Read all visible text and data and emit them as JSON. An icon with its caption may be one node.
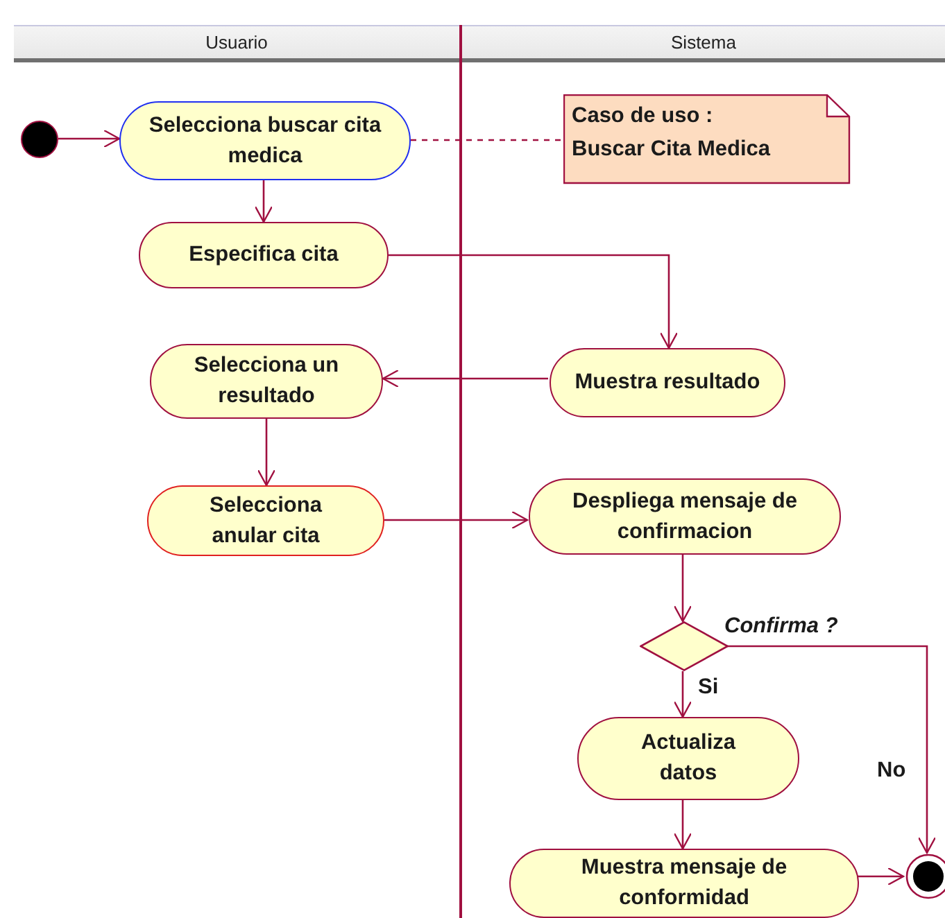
{
  "diagram": {
    "nodes": [
      {
        "text": [
          "Usuario"
        ]
      },
      {
        "text": [
          "Sistema"
        ]
      },
      {
        "text": [],
        "shape": "circle",
        "in": 0
      },
      {
        "text": [
          "Selecciona buscar cita medica"
        ],
        "in": 0
      },
      {
        "text": [
          "Caso de uso : Buscar Cita Medica"
        ],
        "in": 1
      },
      {
        "text": [
          "Especifica cita"
        ],
        "in": 0
      },
      {
        "text": [
          "Muestra resultado"
        ],
        "in": 1
      },
      {
        "text": [
          "Selecciona un resultado"
        ],
        "in": 0
      },
      {
        "text": [
          "Selecciona anular cita"
        ],
        "in": 0
      },
      {
        "text": [
          "Despliega mensaje de confirmacion"
        ],
        "in": 1
      },
      {
        "text": [],
        "shape": "diamond",
        "in": 1,
        "beside": [
          "Confirma ?"
        ]
      },
      {
        "text": [
          "Actualiza datos"
        ],
        "in": 1
      },
      {
        "text": [
          "Muestra mensaje de conformidad"
        ],
        "in": 1
      },
      {
        "text": [],
        "shape": "bullseye",
        "in": 1
      }
    ],
    "edges": [
      {
        "from": 2,
        "to": 3,
        "arrow": "to"
      },
      {
        "from": 3,
        "to": 4,
        "arrow": "none",
        "style": "dashed"
      },
      {
        "from": 3,
        "to": 5,
        "arrow": "to"
      },
      {
        "from": 5,
        "to": 6,
        "arrow": "to"
      },
      {
        "from": 6,
        "to": 7,
        "arrow": "to"
      },
      {
        "from": 7,
        "to": 8,
        "arrow": "to"
      },
      {
        "from": 8,
        "to": 9,
        "arrow": "to"
      },
      {
        "from": 9,
        "to": 10,
        "arrow": "to"
      },
      {
        "from": 10,
        "to": 11,
        "arrow": "to",
        "label": "Si"
      },
      {
        "from": 10,
        "to": 13,
        "arrow": "to",
        "label": "No"
      },
      {
        "from": 11,
        "to": 12,
        "arrow": "to"
      },
      {
        "from": 12,
        "to": 13,
        "arrow": "to"
      }
    ]
  }
}
